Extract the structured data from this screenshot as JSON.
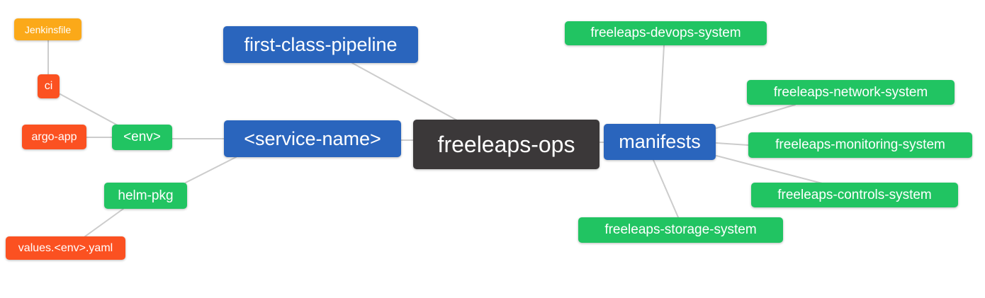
{
  "diagram": {
    "type": "mindmap",
    "root_label": "freeleaps-ops"
  },
  "palette": {
    "root_bg": "#3b3839",
    "level1_bg": "#2a65bd",
    "level2_bg": "#21c462",
    "level3_bg": "#fb5121",
    "level4_bg": "#fba919",
    "text": "#ffffff",
    "edge": "#cccccc",
    "background": "#ffffff"
  },
  "nodes": [
    {
      "id": "freeleaps-ops",
      "label": "freeleaps-ops",
      "level": "root"
    },
    {
      "id": "first-class-pipeline",
      "label": "first-class-pipeline",
      "level": "level1"
    },
    {
      "id": "service-name",
      "label": "<service-name>",
      "level": "level1"
    },
    {
      "id": "manifests",
      "label": "manifests",
      "level": "level1"
    },
    {
      "id": "env",
      "label": "<env>",
      "level": "level2"
    },
    {
      "id": "helm-pkg",
      "label": "helm-pkg",
      "level": "level2"
    },
    {
      "id": "freeleaps-devops-system",
      "label": "freeleaps-devops-system",
      "level": "level2"
    },
    {
      "id": "freeleaps-network-system",
      "label": "freeleaps-network-system",
      "level": "level2"
    },
    {
      "id": "freeleaps-monitoring-system",
      "label": "freeleaps-monitoring-system",
      "level": "level2"
    },
    {
      "id": "freeleaps-controls-system",
      "label": "freeleaps-controls-system",
      "level": "level2"
    },
    {
      "id": "freeleaps-storage-system",
      "label": "freeleaps-storage-system",
      "level": "level2"
    },
    {
      "id": "ci",
      "label": "ci",
      "level": "level3"
    },
    {
      "id": "argo-app",
      "label": "argo-app",
      "level": "level3"
    },
    {
      "id": "values-env-yaml",
      "label": "values.<env>.yaml",
      "level": "level3"
    },
    {
      "id": "jenkinsfile",
      "label": "Jenkinsfile",
      "level": "level4"
    }
  ],
  "edges": [
    {
      "from": "jenkinsfile",
      "to": "ci"
    },
    {
      "from": "ci",
      "to": "env"
    },
    {
      "from": "argo-app",
      "to": "env"
    },
    {
      "from": "env",
      "to": "service-name"
    },
    {
      "from": "helm-pkg",
      "to": "service-name"
    },
    {
      "from": "values-env-yaml",
      "to": "helm-pkg"
    },
    {
      "from": "first-class-pipeline",
      "to": "freeleaps-ops"
    },
    {
      "from": "service-name",
      "to": "freeleaps-ops"
    },
    {
      "from": "freeleaps-ops",
      "to": "manifests"
    },
    {
      "from": "manifests",
      "to": "freeleaps-devops-system"
    },
    {
      "from": "manifests",
      "to": "freeleaps-network-system"
    },
    {
      "from": "manifests",
      "to": "freeleaps-monitoring-system"
    },
    {
      "from": "manifests",
      "to": "freeleaps-controls-system"
    },
    {
      "from": "manifests",
      "to": "freeleaps-storage-system"
    }
  ]
}
